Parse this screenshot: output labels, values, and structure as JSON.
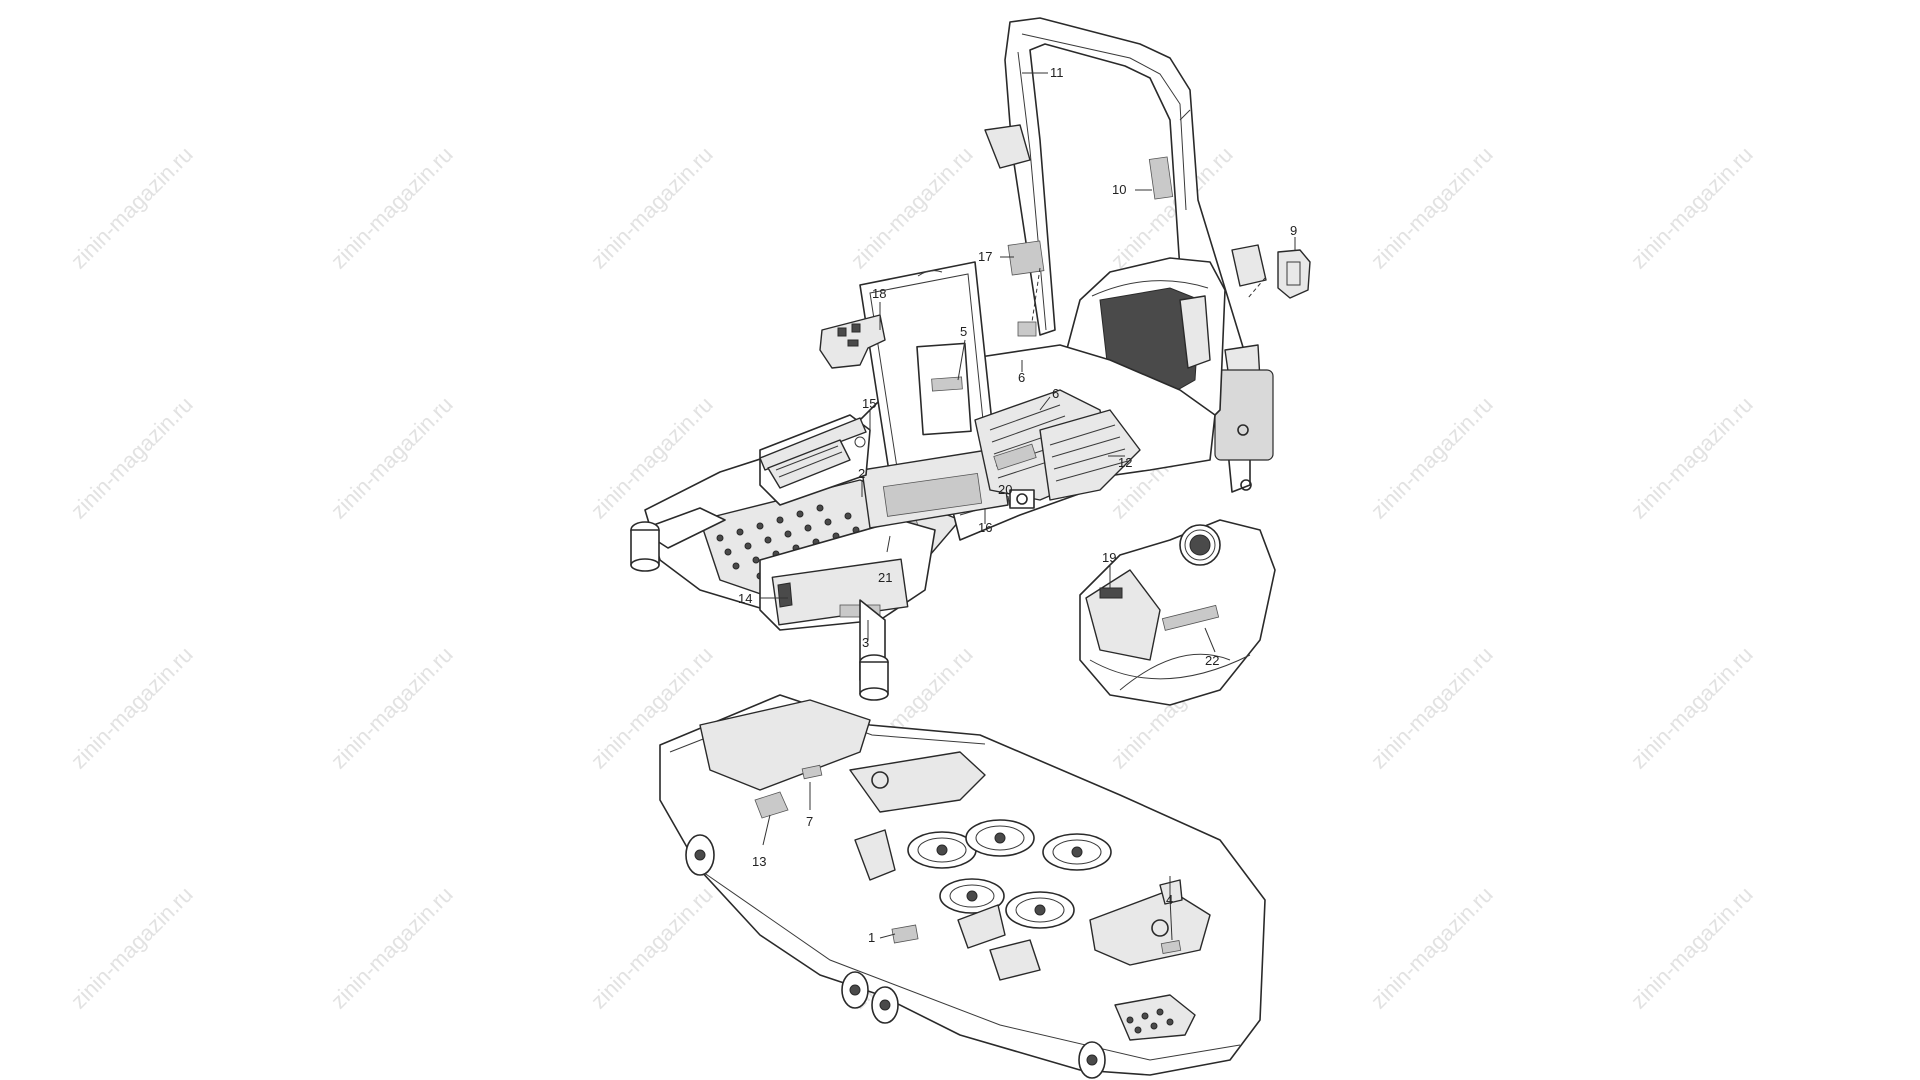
{
  "watermark": {
    "text": "zinin-magazin.ru",
    "color": "#e2e2e2"
  },
  "colors": {
    "line": "#2a2a2a",
    "decal": "#c9c9c9",
    "background": "#ffffff"
  },
  "callouts": {
    "c1": "1",
    "c2": "2",
    "c3": "3",
    "c4": "4",
    "c5": "5",
    "c6a": "6",
    "c6b": "6",
    "c7": "7",
    "c9": "9",
    "c10": "10",
    "c11": "11",
    "c12": "12",
    "c13": "13",
    "c14": "14",
    "c15": "15",
    "c16": "16",
    "c17": "17",
    "c18": "18",
    "c19": "19",
    "c20": "20",
    "c21": "21",
    "c22": "22"
  },
  "components": {
    "frame": "mower-frame",
    "rops": "roll-over-bar",
    "deck": "mowing-deck",
    "fender": "side-fender"
  }
}
